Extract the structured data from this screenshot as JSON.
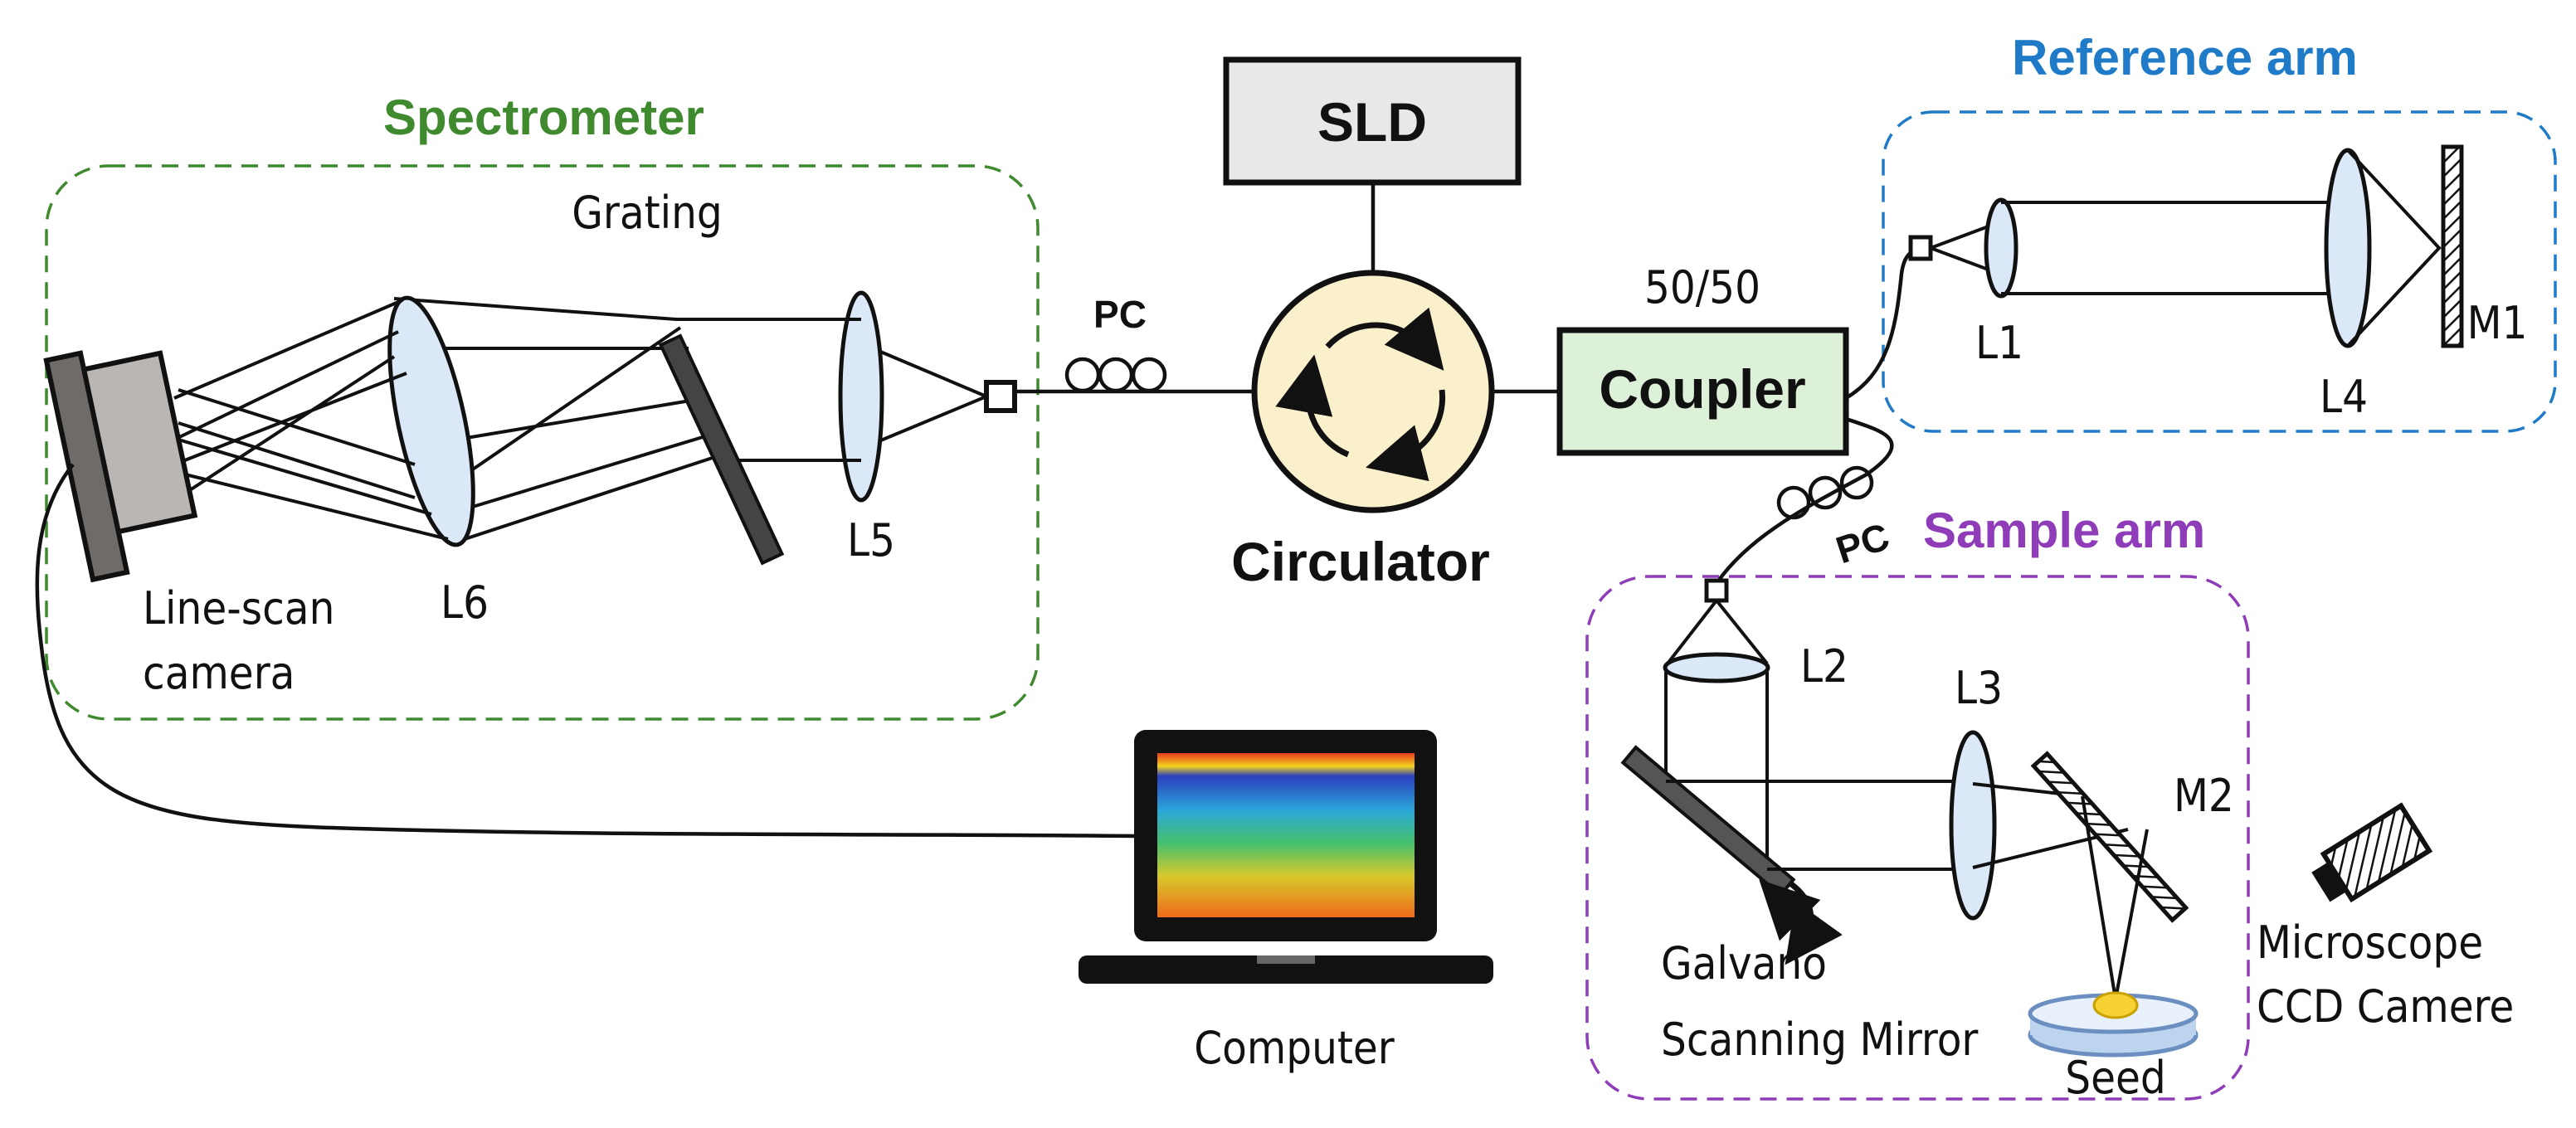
{
  "labels": {
    "sld": "SLD",
    "circulator": "Circulator",
    "coupler": "Coupler",
    "coupler_ratio": "50/50",
    "spectrometer": "Spectrometer",
    "grating": "Grating",
    "pc": "PC",
    "line_scan_camera_1": "Line-scan",
    "line_scan_camera_2": "camera",
    "l1": "L1",
    "l2": "L2",
    "l3": "L3",
    "l4": "L4",
    "l5": "L5",
    "l6": "L6",
    "m1": "M1",
    "m2": "M2",
    "reference_arm": "Reference arm",
    "sample_arm": "Sample arm",
    "galvano_1": "Galvano",
    "galvano_2": "Scanning Mirror",
    "seed": "Seed",
    "microscope_1": "Microscope",
    "microscope_2": "CCD Camere",
    "computer": "Computer"
  },
  "colors": {
    "spectrometer": "#3f8a2e",
    "reference_arm": "#1f7bc8",
    "sample_arm": "#8e3cb8",
    "sld_fill": "#e8e8e8",
    "circulator_fill": "#fbf0cc",
    "coupler_fill": "#ddf0d8",
    "lens_fill": "#dbe8f7"
  }
}
